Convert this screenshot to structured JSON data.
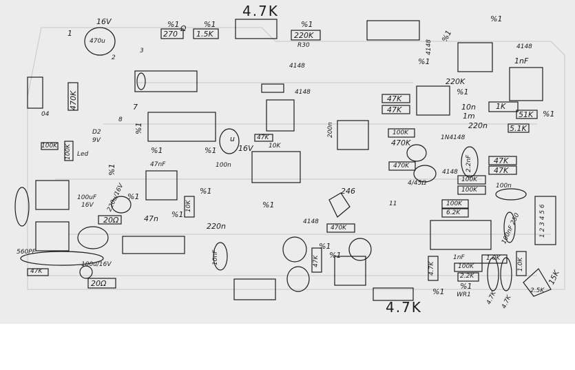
{
  "title_values": {
    "top_pot": "4.7K",
    "bottom_pot": "4.7K"
  },
  "pins": [
    "1",
    "2",
    "3",
    "7",
    "8",
    "04",
    "11"
  ],
  "labels": {
    "v16_top": "16V",
    "cap470u": "470u",
    "tol_270": "%1",
    "r270": "270",
    "ohm": "Ω",
    "tol_15k": "%1",
    "r15k": "1.5K",
    "tol_220k": "%1",
    "r220k": "220K",
    "r30": "R30",
    "d4148_a": "4148",
    "d4148_b": "4148",
    "d4148_c": "4148",
    "tol_a": "%1",
    "tol_b": "%1",
    "d4148_d": "4148",
    "c1nf": "1nF",
    "tol_c": "%1",
    "r220k_b": "220K",
    "tol_d": "%1",
    "r47k_a": "47K",
    "r47k_b": "47K",
    "c10n": "10n",
    "r1k": "1K",
    "r1m": "1m",
    "r51k": "51K",
    "tol_e": "%1",
    "c220n": "220n",
    "r5_1k": "5.1K",
    "r100k_a": "100K",
    "r470k_a": "470K",
    "d1n4148": "1N4148",
    "r470k_b": "470K",
    "d4148_e": "4148",
    "c2_2nf": "2.2nF",
    "r47k_c": "47K",
    "r47k_d": "47K",
    "c200n": "200n",
    "r47k_e": "47K",
    "r10k_a": "10K",
    "cap_u": "u",
    "v16_mid": "16V",
    "tol_f": "%1",
    "c47nf": "47nF",
    "tol_g": "%1",
    "c100n": "100n",
    "tol_h": "%1",
    "r470k_c": "470K",
    "d2": "D2",
    "v9": "9V",
    "r100k_b": "100K",
    "r100k_c": "100K",
    "led": "Led",
    "tol_i": "%1",
    "c100uf": "100uF",
    "v16_c": "16V",
    "c220u": "220u/16V",
    "tol_j": "%1",
    "r20_a": "20Ω",
    "c47n": "47n",
    "tol_k": "%1",
    "r10k_b": "10K",
    "tol_l": "%1",
    "c220n_b": "220n",
    "tol_m": "%1",
    "c560pf": "560PF",
    "r47k_f": "47K",
    "c100u16": "100u/16V",
    "r20_b": "20Ω",
    "c10nf": "10nF",
    "n246": "246",
    "r4_45": "4/45Ω",
    "r100k_d": "100K",
    "r100k_e": "100K",
    "c100n_b": "100n",
    "r100k_f": "100K",
    "r6_2k": "6.2K",
    "d4148_f": "4148",
    "r470k_d": "470K",
    "r47k_g": "47K",
    "tol_n": "%1",
    "tol_o": "%1",
    "c100nf": "100nF 250",
    "conn": "1 2 3 4 5 6",
    "r4_7k_a": "4.7K",
    "tol_p": "%1",
    "c1nf_b": "1nF",
    "r1_0k_a": "1.0K",
    "r100k_g": "100K",
    "r2_2k": "2.2K",
    "tol_q": "%1",
    "wr1": "WR1",
    "r1_0k_b": "1.0K",
    "r4_7k_b": "4.7K",
    "r4_7k_c": "4.7K",
    "r15k_b": "15K",
    "pot2_5k": "2.5K"
  },
  "colors": {
    "paper": "#ececec",
    "ink": "#1a1a1a",
    "trace": "#c8c8c8"
  }
}
